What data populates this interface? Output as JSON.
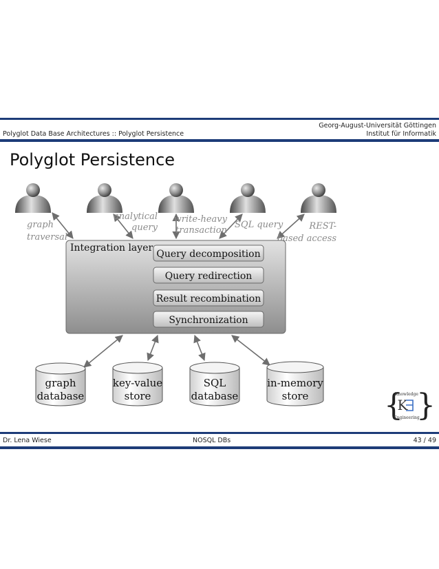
{
  "header": {
    "left": "Polyglot Data Base Architectures :: Polyglot Persistence",
    "university": "Georg-August-Universität Göttingen",
    "institute": "Institut für Informatik"
  },
  "slide": {
    "title": "Polyglot Persistence"
  },
  "users": [
    {
      "line1": "graph",
      "line2": "traversal"
    },
    {
      "line1": "analytical",
      "line2": "query"
    },
    {
      "line1": "write-heavy",
      "line2": "transaction"
    },
    {
      "line1": "SQL query",
      "line2": ""
    },
    {
      "line1": "REST-",
      "line2": "based access"
    }
  ],
  "integration": {
    "label": "Integration layer",
    "components": [
      "Query decomposition",
      "Query redirection",
      "Result recombination",
      "Synchronization"
    ]
  },
  "stores": [
    {
      "line1": "graph",
      "line2": "database"
    },
    {
      "line1": "key-value",
      "line2": "store"
    },
    {
      "line1": "SQL",
      "line2": "database"
    },
    {
      "line1": "in-memory",
      "line2": "store"
    }
  ],
  "logo": {
    "top": "Knowledge",
    "bottom": "Engineering"
  },
  "footer": {
    "author": "Dr. Lena Wiese",
    "course": "NOSQL DBs",
    "page": "43 / 49"
  }
}
